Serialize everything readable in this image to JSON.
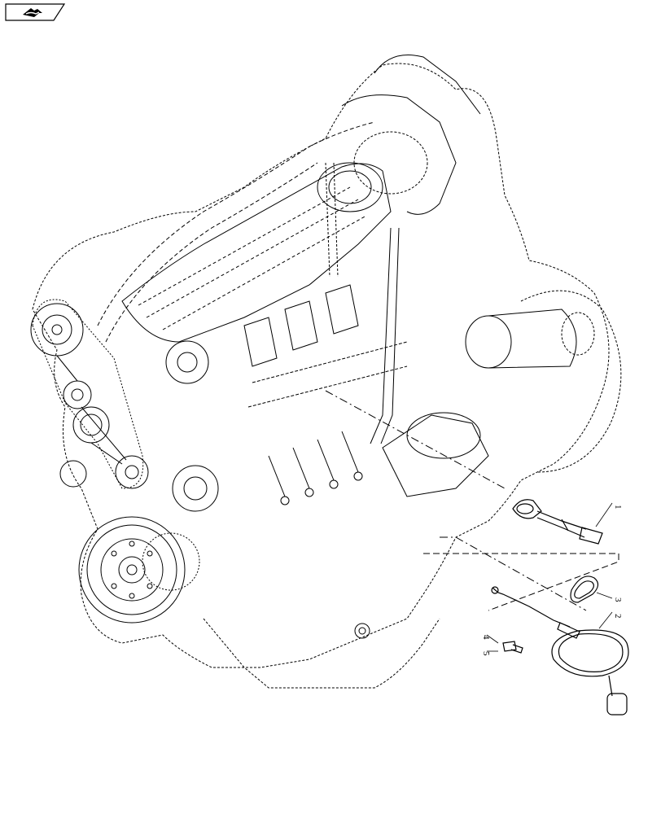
{
  "nav_icon": "arrow-forward-icon",
  "callouts": [
    {
      "id": "1",
      "label": "1"
    },
    {
      "id": "2",
      "label": "2"
    },
    {
      "id": "3",
      "label": "3"
    },
    {
      "id": "4",
      "label": "4"
    },
    {
      "id": "5",
      "label": "5"
    }
  ]
}
